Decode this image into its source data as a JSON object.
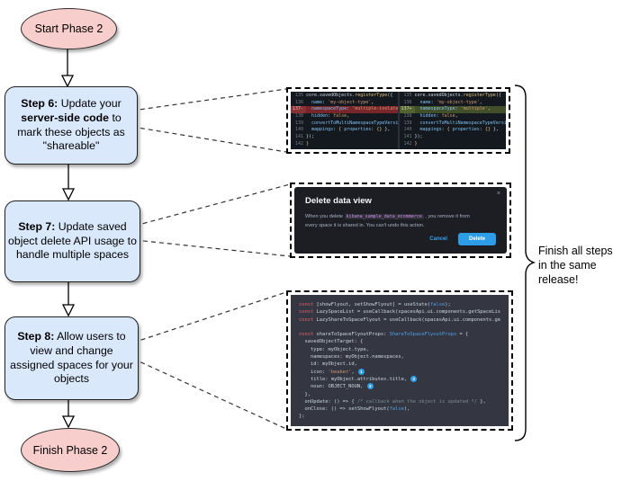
{
  "diagram": {
    "start_label": "Start Phase 2",
    "finish_label": "Finish Phase 2",
    "steps": [
      {
        "bold1": "Step 6:",
        "text1": " Update your ",
        "bold2": "server-side code",
        "text2": " to mark these objects as \"shareable\""
      },
      {
        "bold1": "Step 7:",
        "text1": " Update saved object delete API usage to handle multiple spaces",
        "bold2": "",
        "text2": ""
      },
      {
        "bold1": "Step 8:",
        "text1": " Allow users to view and change assigned spaces for your objects",
        "bold2": "",
        "text2": ""
      }
    ],
    "annotation": {
      "lines": [
        "Finish all steps",
        "in the same",
        "release!"
      ]
    }
  },
  "colors": {
    "node_pink": "#f8cecc",
    "node_blue": "#dae8fc",
    "accent_blue": "#36a2ef",
    "diff_del_bg": "#79262b",
    "diff_add_bg": "#42502a",
    "code_dark_bg": "#141920",
    "modal_bg": "#1d1e24",
    "codeblock_bg": "#343741"
  },
  "diff": {
    "left": {
      "lines": [
        {
          "n": "135",
          "m": "",
          "seg": [
            [
              "core.savedObjects.",
              "d"
            ],
            [
              "registerType",
              "y"
            ],
            [
              "({",
              "d"
            ]
          ]
        },
        {
          "n": "136",
          "m": "",
          "seg": [
            [
              "  ",
              "d"
            ],
            [
              "name",
              "p"
            ],
            [
              ": ",
              "d"
            ],
            [
              "'my-object-type'",
              "s"
            ],
            [
              ",",
              "d"
            ]
          ]
        },
        {
          "n": "137",
          "m": "-",
          "h": "del",
          "seg": [
            [
              "  ",
              "d"
            ],
            [
              "namespaceType",
              "p"
            ],
            [
              ": ",
              "d"
            ],
            [
              "'multiple-isolated'",
              "s"
            ],
            [
              ",",
              "d"
            ]
          ]
        },
        {
          "n": "138",
          "m": "",
          "seg": [
            [
              "  ",
              "d"
            ],
            [
              "hidden",
              "p"
            ],
            [
              ": ",
              "d"
            ],
            [
              "false",
              "o"
            ],
            [
              ",",
              "d"
            ]
          ]
        },
        {
          "n": "139",
          "m": "",
          "seg": [
            [
              "  ",
              "d"
            ],
            [
              "convertToMultiNamespaceTypeVersion",
              "p"
            ],
            [
              ": ",
              "d"
            ],
            [
              "'",
              "s"
            ]
          ]
        },
        {
          "n": "140",
          "m": "",
          "seg": [
            [
              "  ",
              "d"
            ],
            [
              "mappings",
              "p"
            ],
            [
              ": ",
              "d"
            ],
            [
              "{ ",
              "y"
            ],
            [
              "properties",
              "p"
            ],
            [
              ": ",
              "d"
            ],
            [
              "{}",
              "y"
            ],
            [
              " },",
              "d"
            ]
          ]
        },
        {
          "n": "141",
          "m": "",
          "seg": [
            [
              "});",
              "d"
            ]
          ]
        },
        {
          "n": "142",
          "m": "",
          "seg": [
            [
              "}",
              "y"
            ]
          ]
        }
      ]
    },
    "right": {
      "lines": [
        {
          "n": "135",
          "m": "",
          "seg": [
            [
              "core.savedObjects.",
              "d"
            ],
            [
              "registerType",
              "y"
            ],
            [
              "({",
              "d"
            ]
          ]
        },
        {
          "n": "136",
          "m": "",
          "seg": [
            [
              "  ",
              "d"
            ],
            [
              "name",
              "p"
            ],
            [
              ": ",
              "d"
            ],
            [
              "'my-object-type'",
              "s"
            ],
            [
              ",",
              "d"
            ]
          ]
        },
        {
          "n": "137",
          "m": "+",
          "h": "add",
          "seg": [
            [
              "  ",
              "d"
            ],
            [
              "namespaceType",
              "p"
            ],
            [
              ": ",
              "d"
            ],
            [
              "'multiple'",
              "s"
            ],
            [
              ",",
              "d"
            ]
          ]
        },
        {
          "n": "138",
          "m": "",
          "seg": [
            [
              "  ",
              "d"
            ],
            [
              "hidden",
              "p"
            ],
            [
              ": ",
              "d"
            ],
            [
              "false",
              "o"
            ],
            [
              ",",
              "d"
            ]
          ]
        },
        {
          "n": "139",
          "m": "",
          "seg": [
            [
              "  ",
              "d"
            ],
            [
              "convertToMultiNamespaceTypeVersion",
              "p"
            ],
            [
              ": ",
              "d"
            ],
            [
              "'",
              "s"
            ]
          ]
        },
        {
          "n": "140",
          "m": "",
          "seg": [
            [
              "  ",
              "d"
            ],
            [
              "mappings",
              "p"
            ],
            [
              ": ",
              "d"
            ],
            [
              "{ ",
              "y"
            ],
            [
              "properties",
              "p"
            ],
            [
              ": ",
              "d"
            ],
            [
              "{}",
              "y"
            ],
            [
              " },",
              "d"
            ]
          ]
        },
        {
          "n": "141",
          "m": "",
          "seg": [
            [
              "});",
              "d"
            ]
          ]
        },
        {
          "n": "142",
          "m": "",
          "seg": [
            [
              "}",
              "y"
            ]
          ]
        }
      ]
    }
  },
  "modal": {
    "title": "Delete data view",
    "body_pre": "When you delete ",
    "body_code": "kibana_sample_data_ecommerce",
    "body_post": " , you remove it from every space it is shared in. You can't undo this action.",
    "cancel_label": "Cancel",
    "delete_label": "Delete",
    "close_glyph": "×"
  },
  "flyout": {
    "lines": [
      {
        "seg": [
          [
            "const",
            "k"
          ],
          [
            " [showFlyout, setShowFlyout] = useState(",
            "d"
          ],
          [
            "false",
            "b"
          ],
          [
            ");",
            "d"
          ]
        ]
      },
      {
        "seg": [
          [
            "const",
            "k"
          ],
          [
            " LazySpaceList = useCallback(spacesApi.ui.components.getSpaceList",
            "d"
          ]
        ]
      },
      {
        "seg": [
          [
            "const",
            "k"
          ],
          [
            " LazyShareToSpaceFlyout = useCallback(spacesApi.ui.components.get",
            "d"
          ]
        ]
      },
      {
        "seg": []
      },
      {
        "seg": [
          [
            "const",
            "k"
          ],
          [
            " shareToSpaceFlyoutProps: ",
            "d"
          ],
          [
            "ShareToSpaceFlyoutProps",
            "b"
          ],
          [
            " = {",
            "d"
          ]
        ]
      },
      {
        "seg": [
          [
            "  savedObjectTarget: {",
            "d"
          ]
        ]
      },
      {
        "seg": [
          [
            "    type: myObject.type,",
            "d"
          ]
        ]
      },
      {
        "seg": [
          [
            "    namespaces: myObject.namespaces,",
            "d"
          ]
        ]
      },
      {
        "seg": [
          [
            "    id: myObject.id,",
            "d"
          ]
        ]
      },
      {
        "seg": [
          [
            "    icon: ",
            "d"
          ],
          [
            "'beaker'",
            "s"
          ],
          [
            ", ",
            "d"
          ],
          [
            "1",
            "badge"
          ]
        ]
      },
      {
        "seg": [
          [
            "    title: myObject.attributes.title, ",
            "d"
          ],
          [
            "2",
            "badge"
          ]
        ]
      },
      {
        "seg": [
          [
            "    noun: OBJECT_NOUN, ",
            "d"
          ],
          [
            "3",
            "badge"
          ]
        ]
      },
      {
        "seg": [
          [
            "  },",
            "d"
          ]
        ]
      },
      {
        "seg": [
          [
            "  onUpdate: () => { ",
            "d"
          ],
          [
            "/* callback when the object is updated */",
            "c"
          ],
          [
            " },",
            "d"
          ]
        ]
      },
      {
        "seg": [
          [
            "  onClose: () => setShowFlyout(",
            "d"
          ],
          [
            "false",
            "b"
          ],
          [
            "),",
            "d"
          ]
        ]
      },
      {
        "seg": [
          [
            "};",
            "d"
          ]
        ]
      }
    ]
  }
}
